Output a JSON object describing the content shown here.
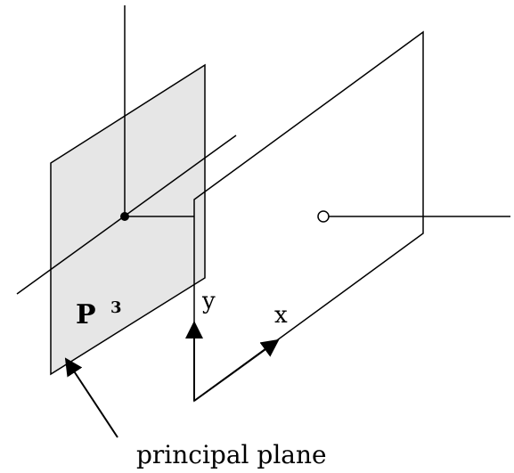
{
  "labels": {
    "plane_symbol": "P",
    "plane_superscript": "3",
    "y_axis": "y",
    "x_axis": "x",
    "caption": "principal plane"
  },
  "colors": {
    "plane_fill": "#e6e6e6",
    "line": "#000000"
  }
}
